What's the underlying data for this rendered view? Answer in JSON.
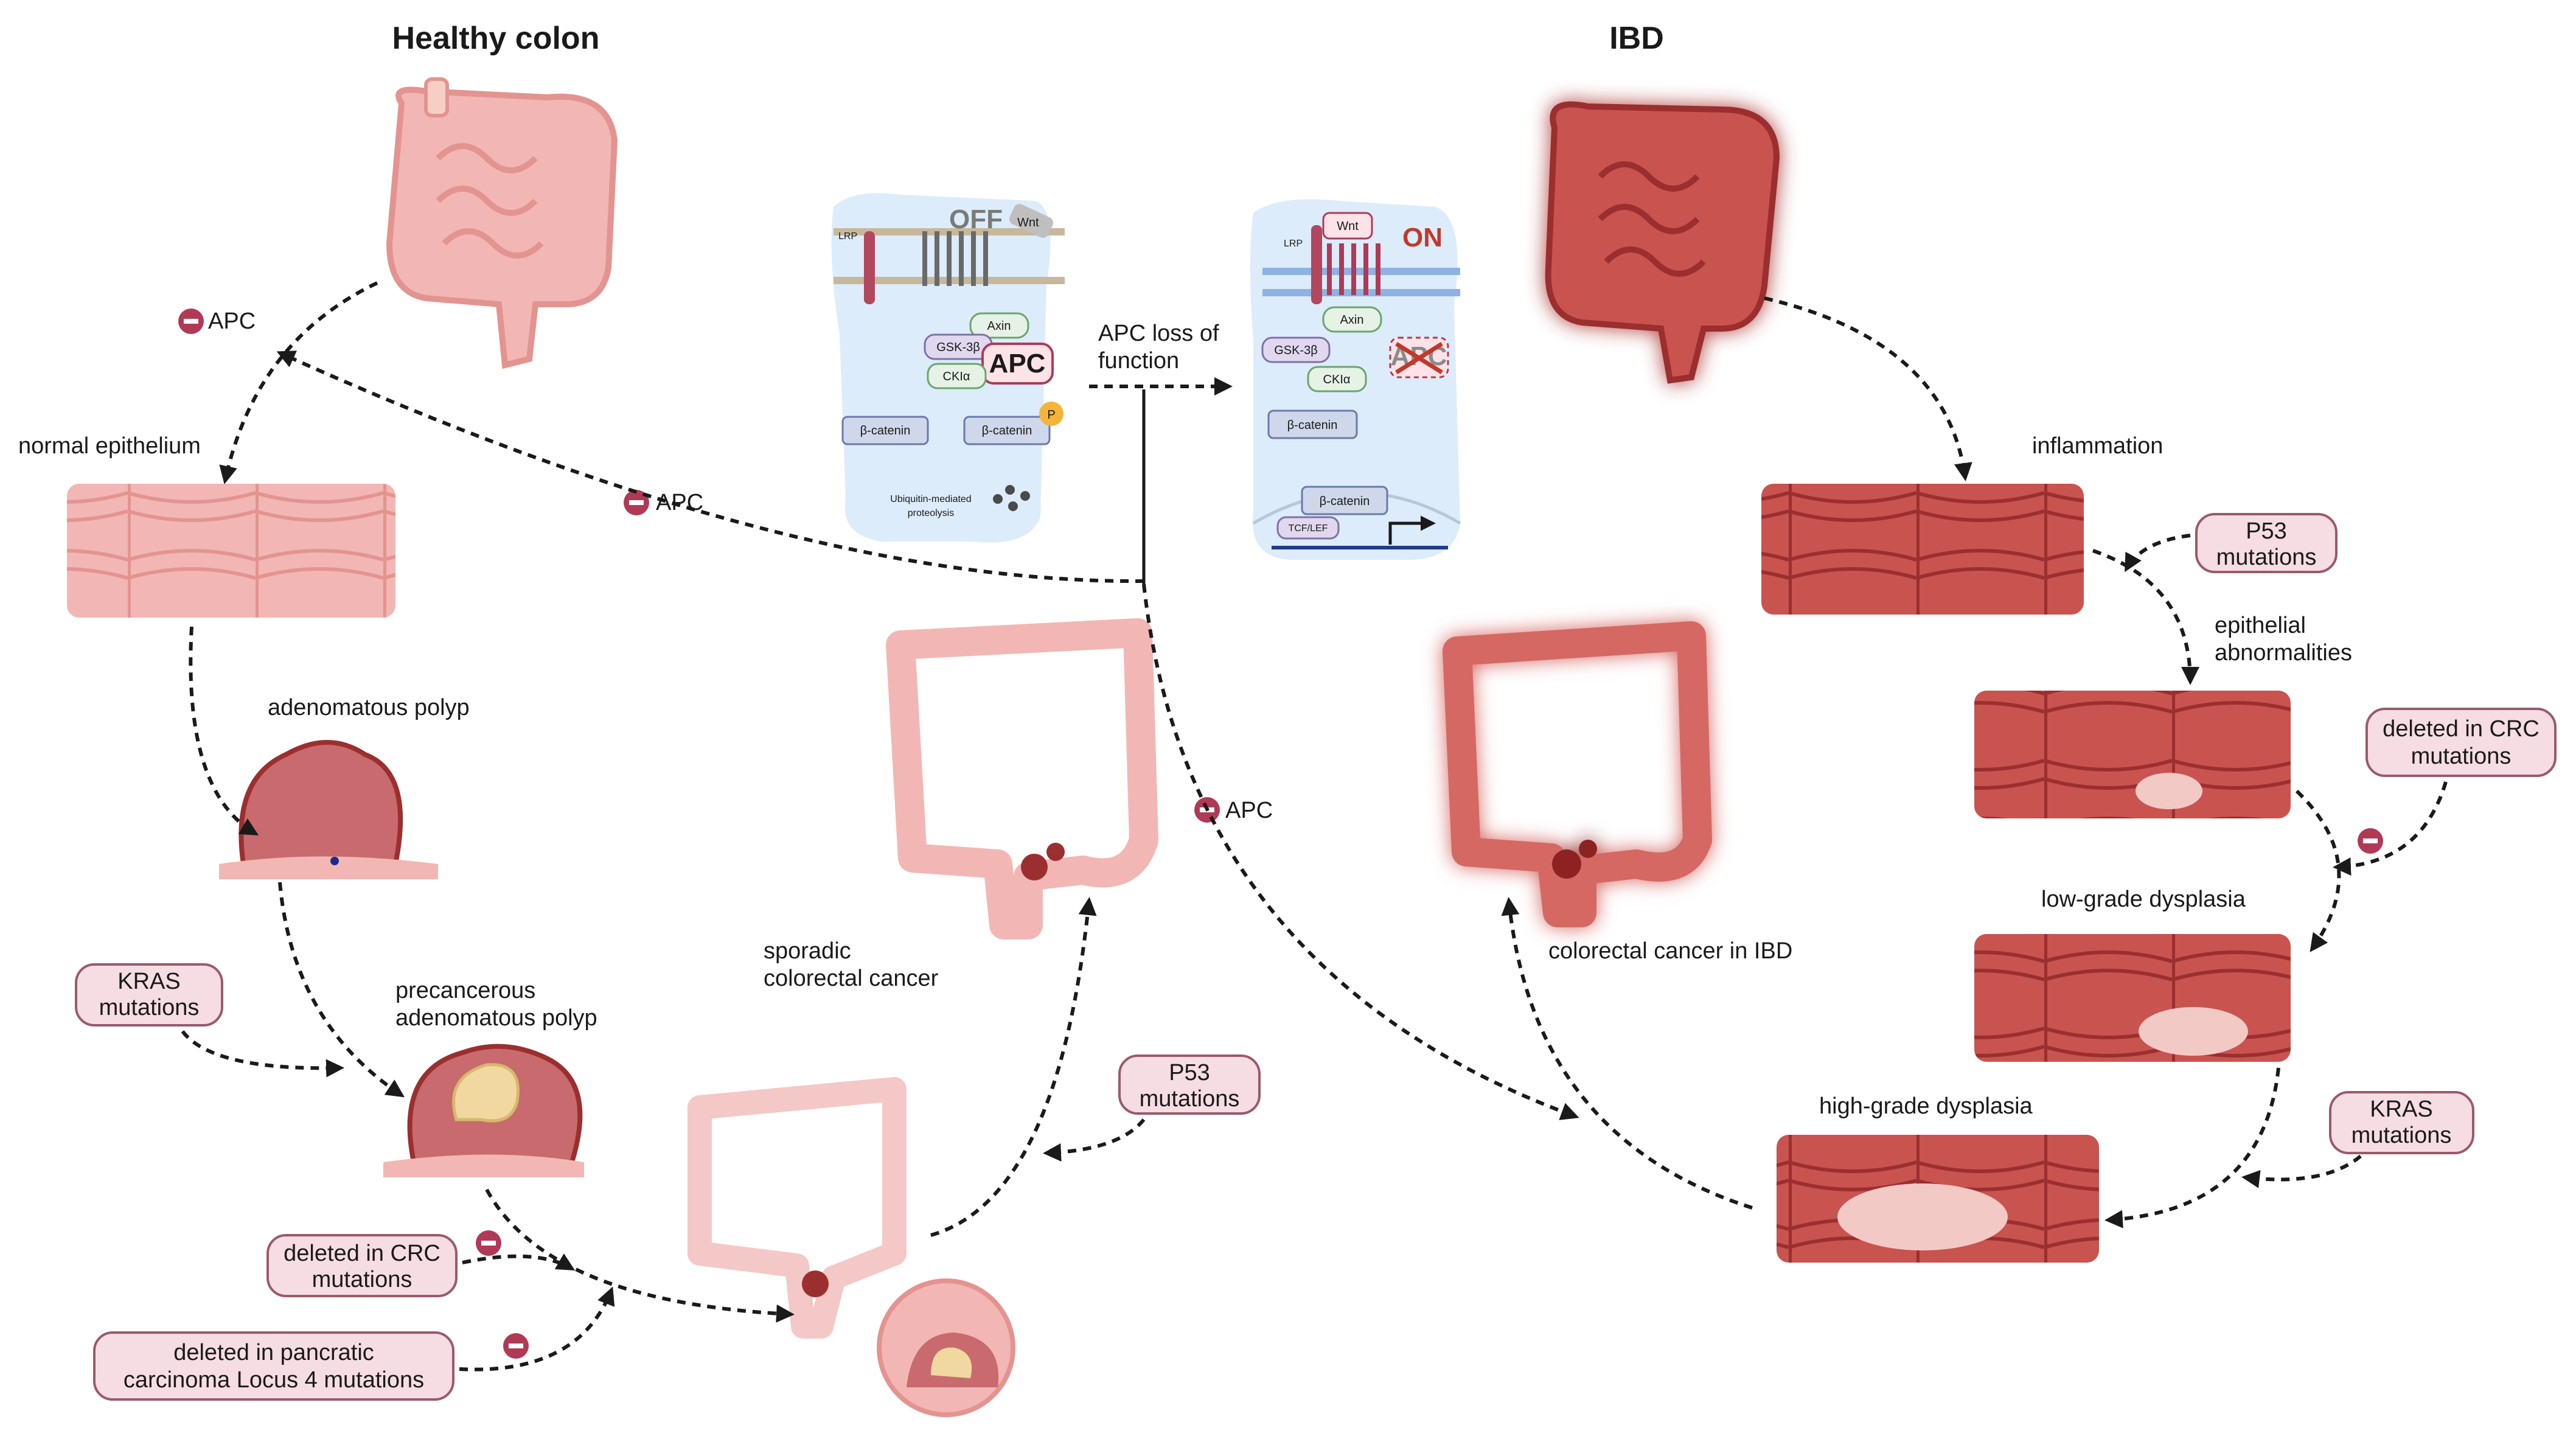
{
  "titles": {
    "healthy": "Healthy colon",
    "ibd": "IBD"
  },
  "labels": {
    "apc_left": "APC",
    "apc_mid": "APC",
    "apc_center": "APC",
    "normal_epithelium": "normal epithelium",
    "adenomatous_polyp": "adenomatous polyp",
    "precancerous_1": "precancerous",
    "precancerous_2": "adenomatous polyp",
    "sporadic_1": "sporadic",
    "sporadic_2": "colorectal cancer",
    "apc_loss_1": "APC loss of",
    "apc_loss_2": "function",
    "inflammation": "inflammation",
    "epithelial_1": "epithelial",
    "epithelial_2": "abnormalities",
    "low_grade": "low-grade dysplasia",
    "high_grade": "high-grade dysplasia",
    "crc_ibd": "colorectal cancer in IBD"
  },
  "pills": {
    "kras_left_1": "KRAS",
    "kras_left_2": "mutations",
    "p53_center_1": "P53",
    "p53_center_2": "mutations",
    "dcc_left_1": "deleted in CRC",
    "dcc_left_2": "mutations",
    "dpc4_1": "deleted in pancratic",
    "dpc4_2": "carcinoma Locus 4 mutations",
    "p53_right_1": "P53",
    "p53_right_2": "mutations",
    "dcc_right_1": "deleted in CRC",
    "dcc_right_2": "mutations",
    "kras_right_1": "KRAS",
    "kras_right_2": "mutations"
  },
  "wnt_off": {
    "state": "OFF",
    "wnt": "Wnt",
    "lrp": "LRP",
    "axin": "Axin",
    "gsk": "GSK-3β",
    "apc": "APC",
    "ck": "CKIα",
    "bcat_free": "β-catenin",
    "bcat_p": "β-catenin",
    "phos": "P",
    "ubiq_1": "Ubiquitin-mediated",
    "ubiq_2": "proteolysis"
  },
  "wnt_on": {
    "state": "ON",
    "wnt": "Wnt",
    "lrp": "LRP",
    "axin": "Axin",
    "gsk": "GSK-3β",
    "apc": "APC",
    "ck": "CKIα",
    "bcat_1": "β-catenin",
    "bcat_2": "β-catenin",
    "tcf": "TCF/LEF"
  },
  "colors": {
    "healthy_tissue": "#f2b7b4",
    "healthy_edge": "#e39490",
    "ibd_tissue": "#c9534f",
    "ibd_edge": "#9b2f2f",
    "ibd_glow": "#ff8a80",
    "pill_fill": "#f6dde3",
    "pill_stroke": "#9a5a6c",
    "inhibit": "#b03a56",
    "panel_bg": "#dcecfb",
    "tumor": "#f1d8a0"
  }
}
